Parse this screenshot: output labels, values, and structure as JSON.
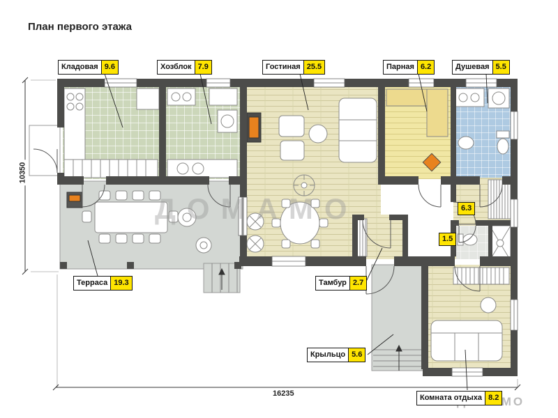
{
  "title": "План первого этажа",
  "watermark": {
    "text": "ДОМАМО"
  },
  "rooms": [
    {
      "name": "Кладовая",
      "area": "9.6"
    },
    {
      "name": "Хозблок",
      "area": "7.9"
    },
    {
      "name": "Гостиная",
      "area": "25.5"
    },
    {
      "name": "Парная",
      "area": "6.2"
    },
    {
      "name": "Душевая",
      "area": "5.5"
    },
    {
      "name": "Терраса",
      "area": "19.3"
    },
    {
      "name": "Тамбур",
      "area": "2.7"
    },
    {
      "name": "Крыльцо",
      "area": "5.6"
    },
    {
      "name": "Комната отдыха",
      "area": "8.2"
    }
  ],
  "area_only_labels": [
    {
      "area": "6.3"
    },
    {
      "area": "1.5"
    }
  ],
  "dimensions": {
    "horizontal": "16235",
    "vertical": "10350"
  },
  "colors": {
    "wall": "#4C4C4A",
    "area_highlight": "#FFE500",
    "wood_floor": "#EAE5C2",
    "green_tile": "#CCD7BA",
    "blue_tile": "#AECAE2",
    "gray_floor": "#D3D7D3",
    "sauna_floor": "#F1E7A4",
    "accent_orange": "#E8821E"
  }
}
